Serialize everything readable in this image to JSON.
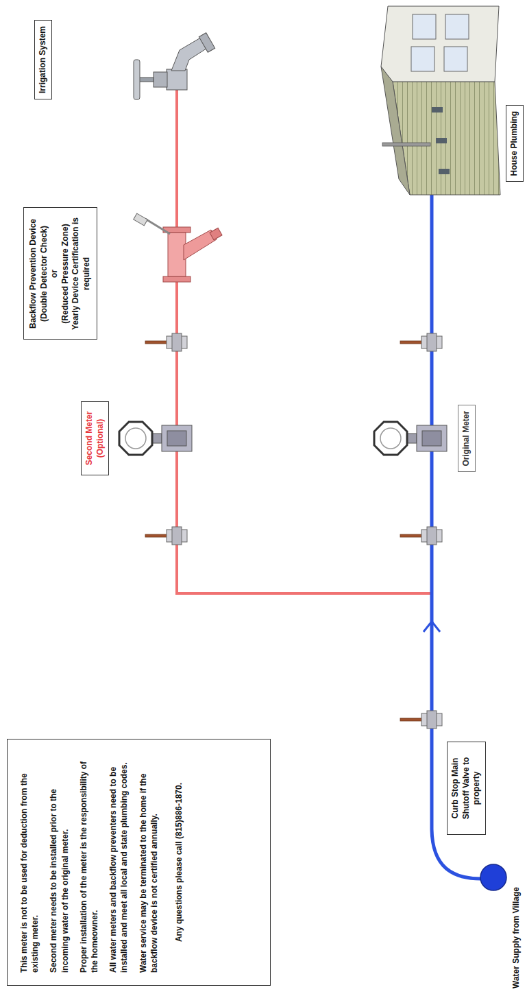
{
  "diagram": {
    "nodes": [
      {
        "text": [
          "This meter is not to be used for deduction from the existing meter.",
          "Second meter needs to be installed prior to the incoming water of the original meter.",
          "Proper installation of the meter is the responsibility of the homeowner.",
          "All water meters and backflow preventers need to be installed and meet all local and state plumbing codes.",
          "Water service may be terminated to the home if the backflow device is not certified annually.",
          "Any questions please call (815)886-1870."
        ]
      },
      {
        "text": [
          "Second Meter (Optional)"
        ]
      },
      {
        "text": [
          "Backflow Prevention Device",
          "(Double Detector Check)",
          "or",
          "(Reduced Pressure Zone)",
          "Yearly Device Certification is required"
        ]
      },
      {
        "text": [
          "Irrigation System"
        ]
      },
      {
        "text": [
          "Curb Stop Main Shutoff Valve to property"
        ]
      },
      {
        "text": [
          "Original Meter"
        ]
      },
      {
        "text": [
          "House Plumbing"
        ]
      }
    ],
    "labels": [
      "Water Supply from Village"
    ]
  }
}
